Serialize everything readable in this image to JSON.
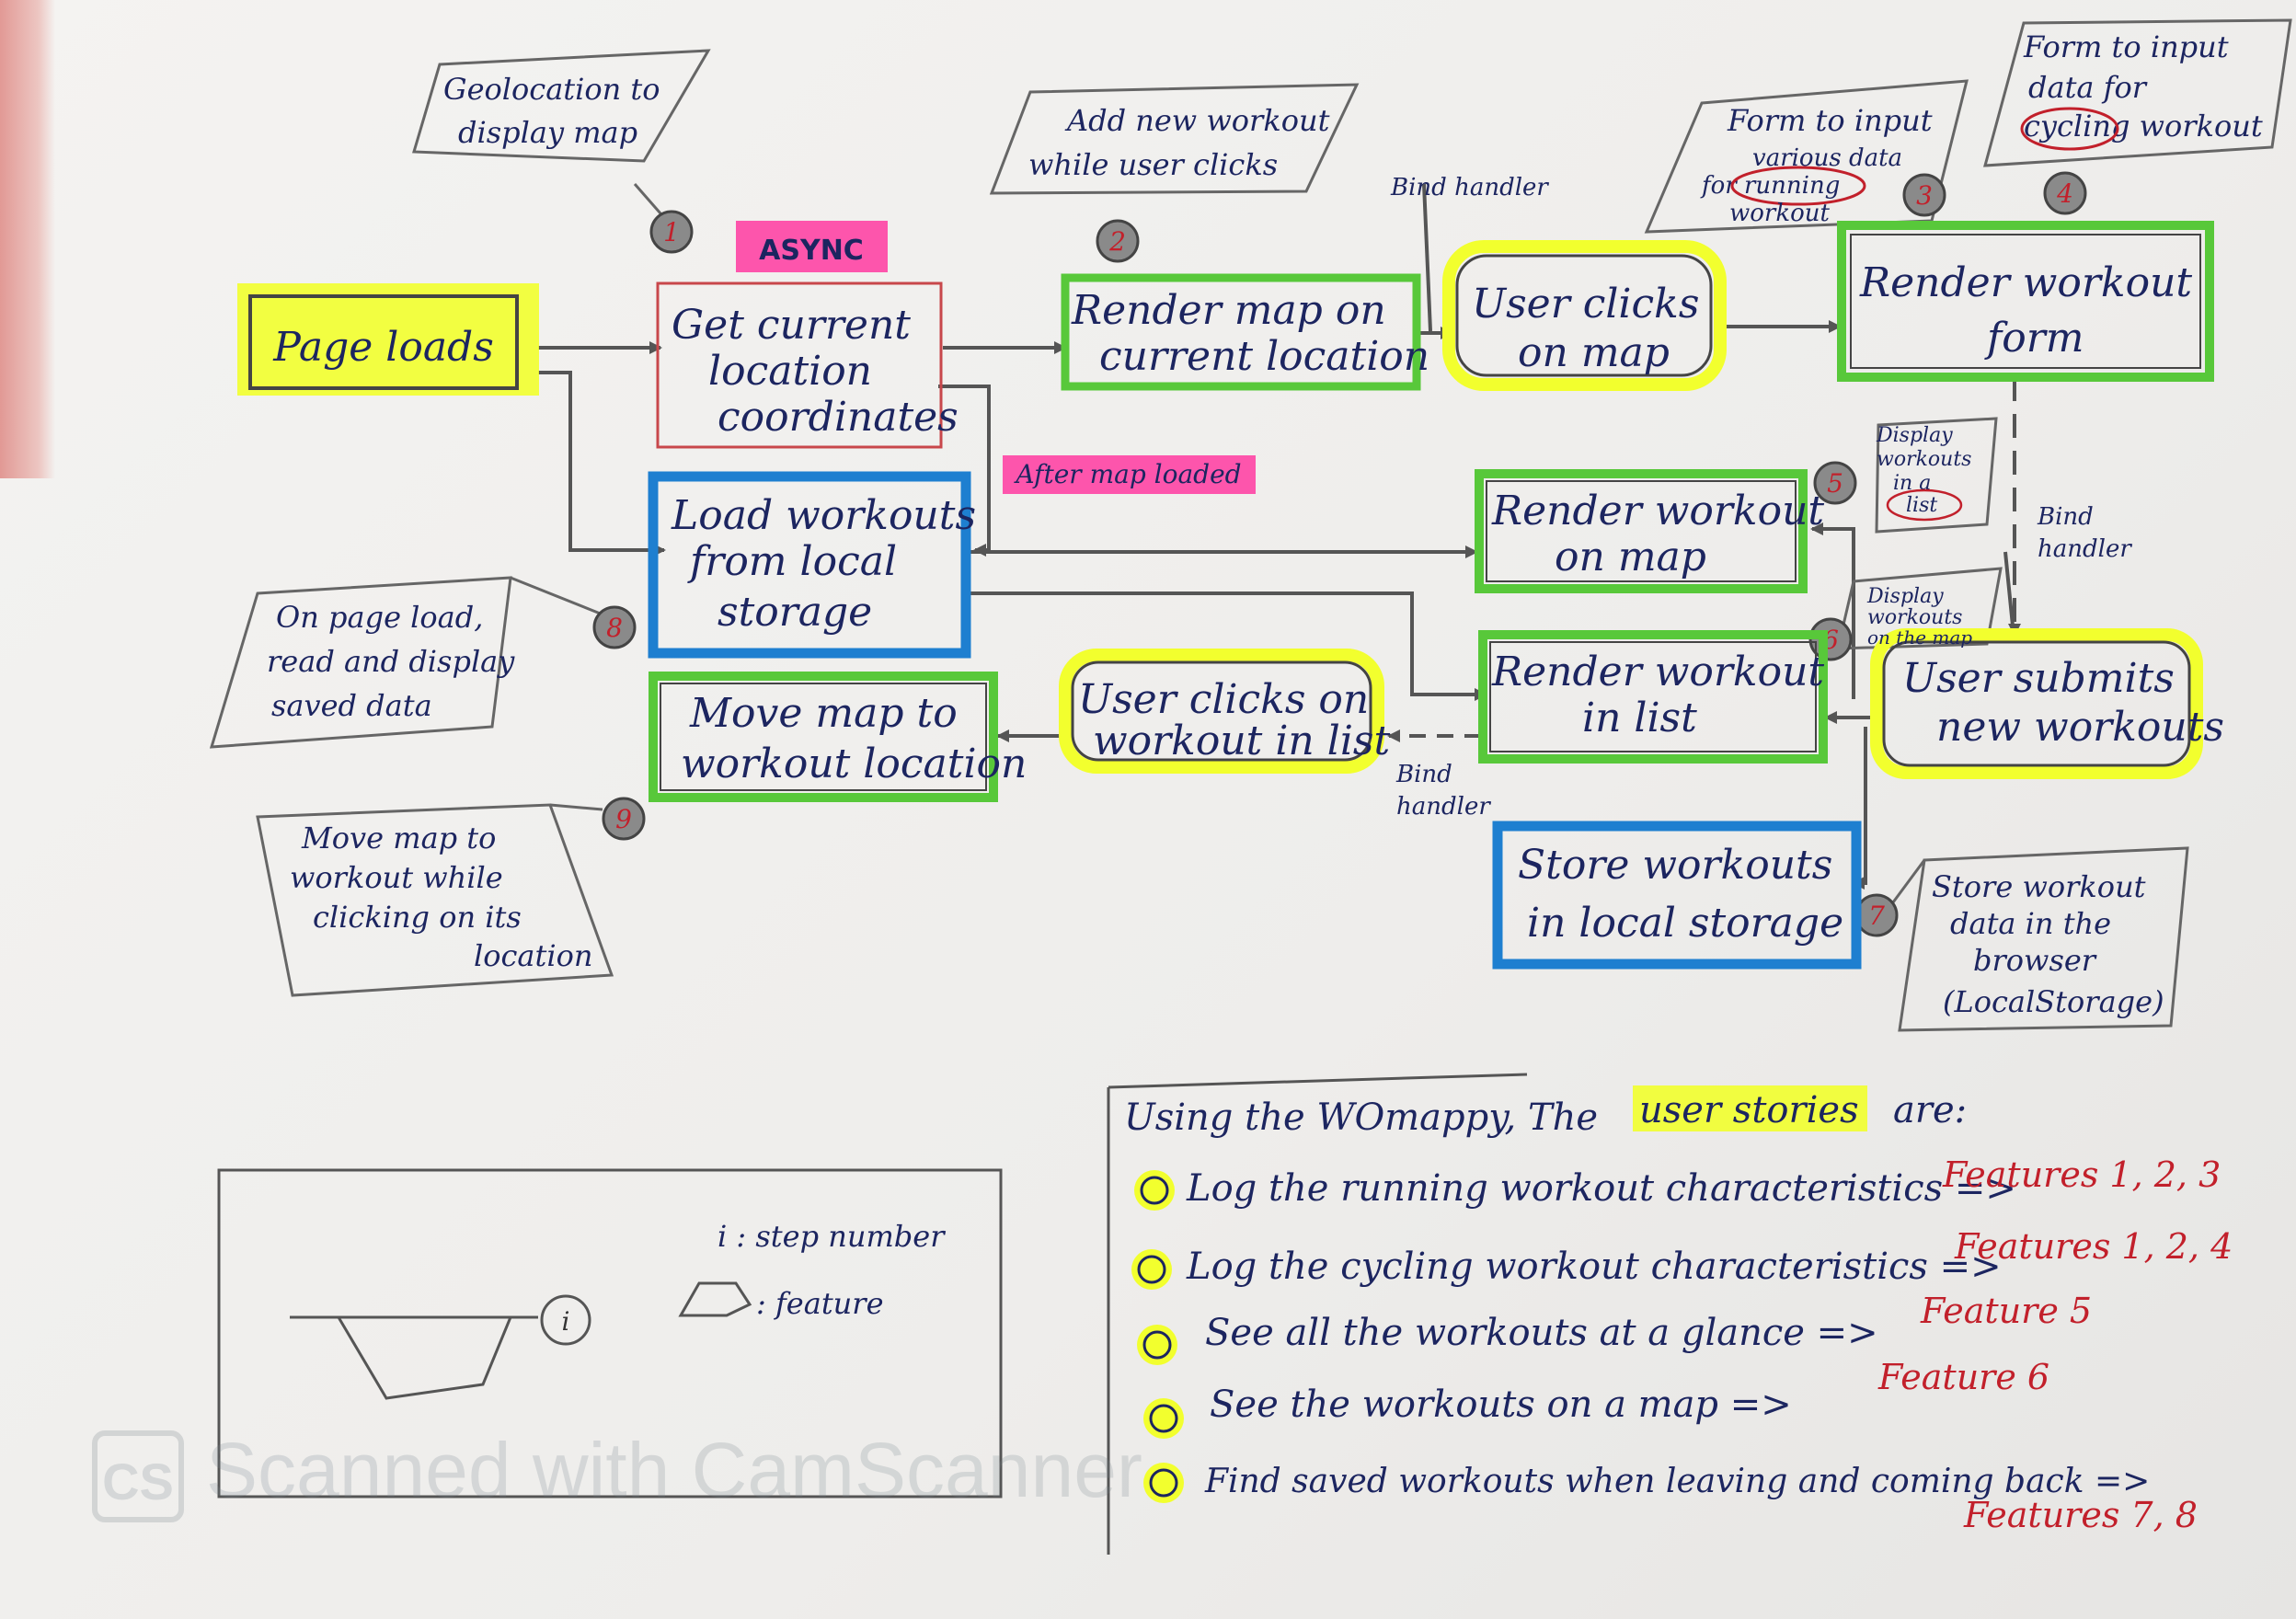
{
  "boxes": {
    "page_loads": "Page loads",
    "get_location_1": "Get current",
    "get_location_2": "location",
    "get_location_3": "coordinates",
    "render_map_1": "Render map on",
    "render_map_2": "current location",
    "user_clicks_map_1": "User clicks",
    "user_clicks_map_2": "on map",
    "render_form_1": "Render workout",
    "render_form_2": "form",
    "load_workouts_1": "Load workouts",
    "load_workouts_2": "from local",
    "load_workouts_3": "storage",
    "render_on_map_1": "Render workout",
    "render_on_map_2": "on map",
    "render_in_list_1": "Render workout",
    "render_in_list_2": "in list",
    "user_submits_1": "User submits",
    "user_submits_2": "new workouts",
    "move_map_1": "Move map to",
    "move_map_2": "workout location",
    "user_clicks_list_1": "User clicks on",
    "user_clicks_list_2": "workout in list",
    "store_1": "Store workouts",
    "store_2": "in local storage"
  },
  "tags": {
    "async": "ASYNC",
    "after_map_loaded": "After map loaded",
    "bind_handler_top": "Bind handler",
    "bind_handler_right_1": "Bind",
    "bind_handler_right_2": "handler",
    "bind_handler_bottom_1": "Bind",
    "bind_handler_bottom_2": "handler"
  },
  "notes": {
    "n1_1": "Geolocation to",
    "n1_2": "display map",
    "n2_1": "Add new workout",
    "n2_2": "while user clicks",
    "n3_1": "Form to input",
    "n3_2": "various data",
    "n3_3": "for running",
    "n3_4": "workout",
    "n4_1": "Form to input",
    "n4_2": "data for",
    "n4_3": "cycling workout",
    "n5_1": "Display",
    "n5_2": "workouts",
    "n5_3": "in a",
    "n5_4": "list",
    "n6_1": "Display",
    "n6_2": "workouts",
    "n6_3": "on the map",
    "n7_1": "Store workout",
    "n7_2": "data in the",
    "n7_3": "browser",
    "n7_4": "(LocalStorage)",
    "n8_1": "On page load,",
    "n8_2": "read and display",
    "n8_3": "saved data",
    "n9_1": "Move map to",
    "n9_2": "workout while",
    "n9_3": "clicking on its",
    "n9_4": "location"
  },
  "step_numbers": [
    "1",
    "2",
    "3",
    "4",
    "5",
    "6",
    "7",
    "8",
    "9"
  ],
  "legend": {
    "step_symbol": "i",
    "step_label": "i : step number",
    "feature_label": ": feature"
  },
  "stories": {
    "intro_1": "Using the WOmappy, The",
    "intro_highlight": "user stories",
    "intro_2": "are:",
    "items": [
      {
        "text": "Log the running workout characteristics =>",
        "features": "Features 1, 2, 3"
      },
      {
        "text": "Log the cycling workout characteristics =>",
        "features": "Features 1, 2, 4"
      },
      {
        "text": "See all the workouts at a glance =>",
        "features": "Feature 5"
      },
      {
        "text": "See the workouts on a map =>",
        "features": "Feature 6"
      },
      {
        "text": "Find saved workouts when leaving and coming back =>",
        "features": "Features 7, 8"
      }
    ]
  },
  "watermark": {
    "logo": "CS",
    "text": "Scanned with CamScanner"
  },
  "colors": {
    "ink": "#1c2560",
    "pencil": "#555555",
    "green_box": "#58c83a",
    "yellow_hl": "#f2ff2e",
    "blue_box": "#1e7fd0",
    "red_box": "#c8474b",
    "pink_hl": "#ff3aa0",
    "red_ink": "#c2202b"
  }
}
